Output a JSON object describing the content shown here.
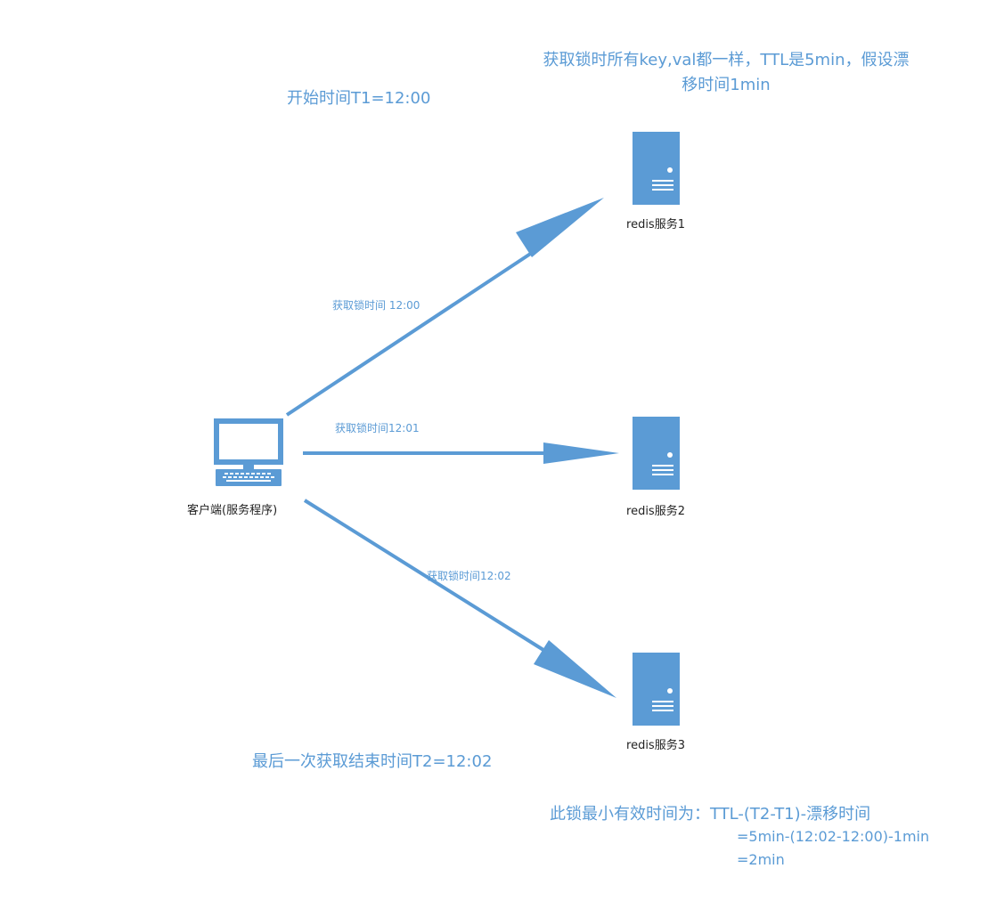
{
  "diagram": {
    "note_top": {
      "line1": "获取锁时所有key,val都一样，TTL是5min，假设漂",
      "line2": "移时间1min"
    },
    "start_time": "开始时间T1=12:00",
    "end_time": "最后一次获取结束时间T2=12:02",
    "client": {
      "label": "客户端(服务程序)",
      "icon": "computer-icon"
    },
    "servers": [
      {
        "label": "redis服务1",
        "icon": "server-icon"
      },
      {
        "label": "redis服务2",
        "icon": "server-icon"
      },
      {
        "label": "redis服务3",
        "icon": "server-icon"
      }
    ],
    "edges": [
      {
        "from": "client",
        "to": "redis服务1",
        "label": "获取锁时间 12:00"
      },
      {
        "from": "client",
        "to": "redis服务2",
        "label": "获取锁时间12:01"
      },
      {
        "from": "client",
        "to": "redis服务3",
        "label": "获取锁时间12:02"
      }
    ],
    "formula": {
      "line1": "此锁最小有效时间为：TTL-(T2-T1)-漂移时间",
      "line2": "=5min-(12:02-12:00)-1min",
      "line3": "=2min"
    },
    "colors": {
      "accent": "#5b9bd5",
      "icon_fill": "#5b9bd5",
      "text_dark": "#222222"
    }
  }
}
